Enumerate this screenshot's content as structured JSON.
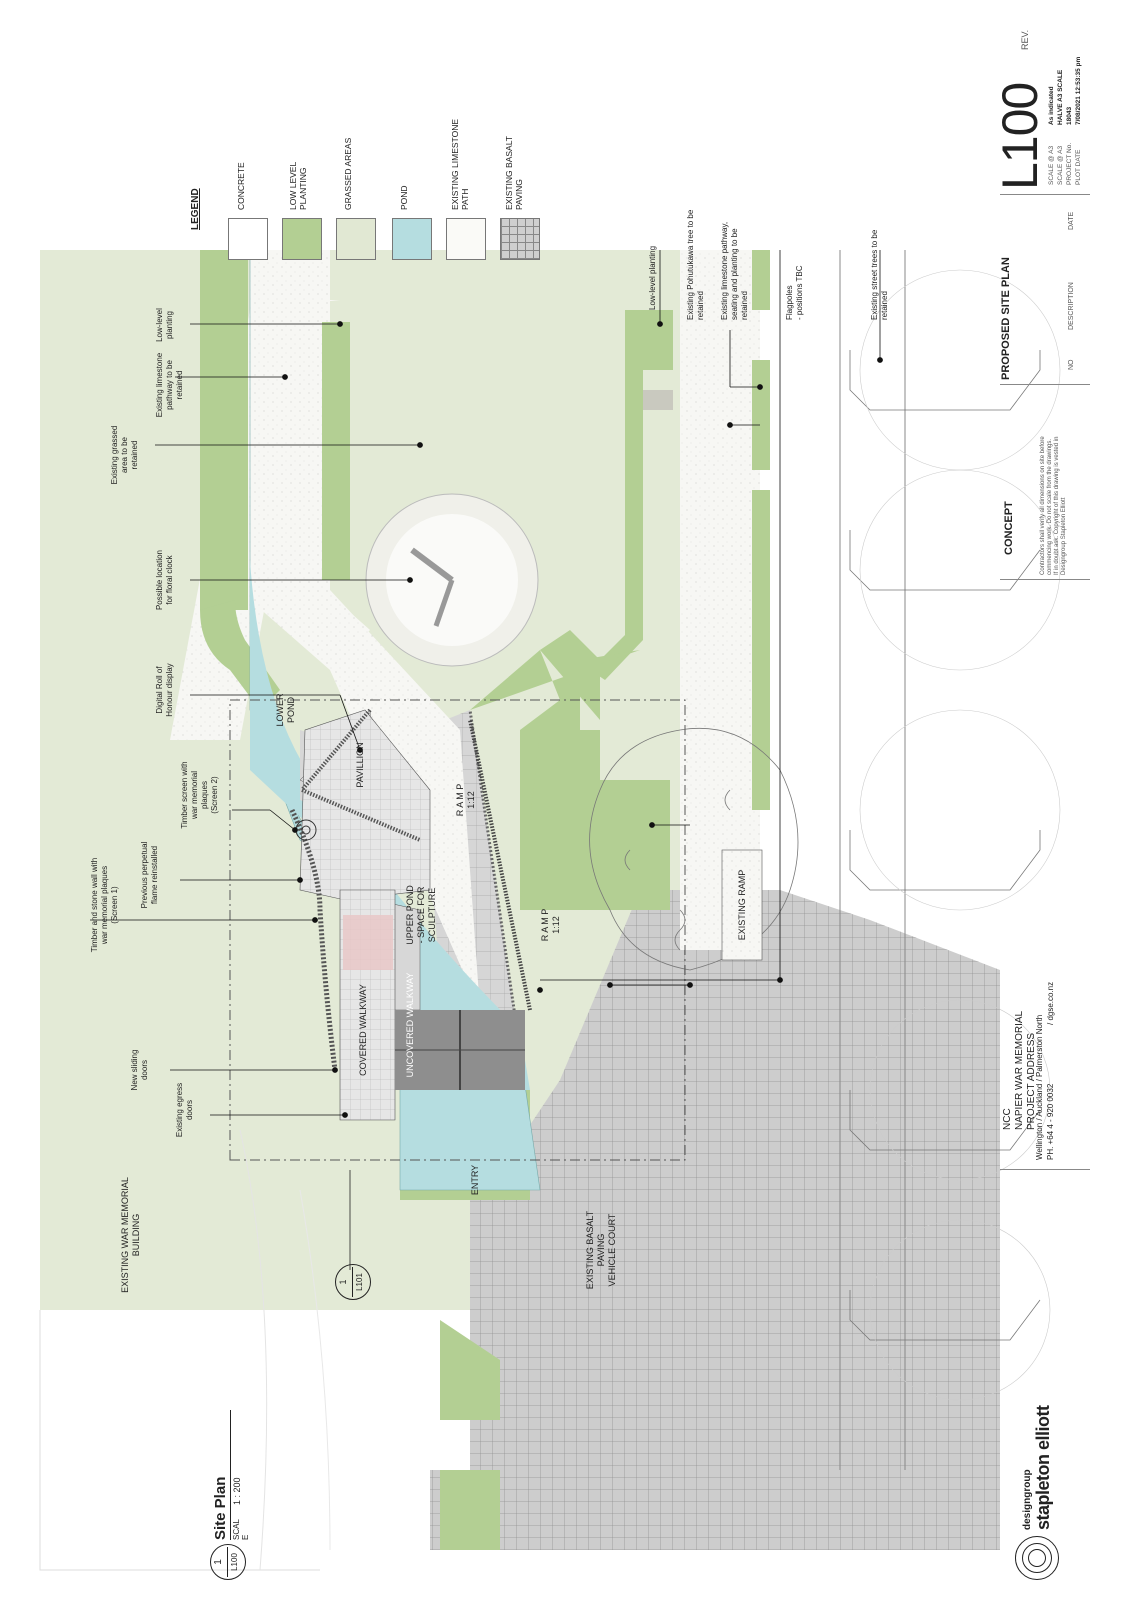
{
  "title_block": {
    "drawing_number": "L100",
    "rev_label": "REV.",
    "drawing_title": "PROPOSED SITE PLAN",
    "status": "CONCEPT",
    "client": "NCC",
    "project_name": "NAPIER WAR MEMORIAL",
    "project_address": "PROJECT ADDRESS",
    "scale_a3_label": "SCALE @ A3",
    "scale_a3_value": "As indicated",
    "scale_a4_label": "SCALE @ A3",
    "scale_a4_value": "HALVE A3 SCALE",
    "project_no_label": "PROJECT No.",
    "project_no_value": "18043",
    "plot_date_label": "PLOT DATE",
    "plot_date_value": "7/08/2021 12:53:35 pm",
    "disclaimer": "Contractors shall verify all dimensions on site before\ncommencing work. Do not scale from the drawings.\nIf in doubt ask. Copyright of this drawing is vested in\nDesigngroup Stapleton Elliott",
    "rev_col_no": "NO",
    "rev_col_desc": "DESCRIPTION",
    "rev_col_date": "DATE",
    "firm_line1": "designgroup",
    "firm_line2": "stapleton elliott",
    "offices": "Wellington  /  Auckland  /  Palmerston North",
    "phone": "PH.  +64  4  -  920 0032",
    "web": "/    dgse.co.nz"
  },
  "view_title": {
    "number": "1",
    "sheet": "L100",
    "name": "Site Plan",
    "scale_label": "SCAL\nE",
    "scale_value": "1 : 200"
  },
  "section_marker": {
    "number": "1",
    "sheet": "L101"
  },
  "legend": {
    "heading": "LEGEND",
    "items": [
      {
        "label": "CONCRETE",
        "color": "#ffffff",
        "pattern": "speckle"
      },
      {
        "label": "LOW LEVEL\nPLANTING",
        "color": "#b3cf93",
        "pattern": "solid"
      },
      {
        "label": "GRASSED AREAS",
        "color": "#e1e8d3",
        "pattern": "solid"
      },
      {
        "label": "POND",
        "color": "#b5dde0",
        "pattern": "solid"
      },
      {
        "label": "EXISTING LIMESTONE\nPATH",
        "color": "#fafaf7",
        "pattern": "speckle"
      },
      {
        "label": "EXISTING BASALT\nPAVING",
        "color": "#cfcfcf",
        "pattern": "grid"
      }
    ]
  },
  "annotations": {
    "low_level_planting_top": "Low-level planting",
    "pohutukawa": "Existing Pohutukawa tree to be\nretained",
    "limestone_right": "Existing limestone pathway,\nseating and planting to be\nretained",
    "flagpoles": "Flagpoles\n- positions TBC",
    "street_trees": "Existing street trees to be\nretained",
    "low_level_planting_left": "Low-level\nplanting",
    "limestone_left": "Existing limestone\npathway to be\nretained",
    "grassed_area": "Existing grassed\narea to be\nretained",
    "floral_clock": "Possible location\nfor floral clock",
    "roll_of_honour": "Digital Roll of\nHonour display",
    "timber_screen": "Timber screen with\nwar memorial\nplaques\n(Screen 2)",
    "perpetual_flame": "Previous perpetual\nflame reinstalled",
    "stone_wall": "Timber and stone wall with\nwar memorial plaques\n(Screen 1)",
    "sliding_doors": "New sliding\ndoors",
    "egress_doors": "Existing egress\ndoors"
  },
  "plan_labels": {
    "lower_pond": "LOWER\nPOND",
    "pavillion": "PAVILLION",
    "upper_pond": "UPPER POND\n- SPACE FOR\nSCULPTURE",
    "covered_walkway": "COVERED WALKWAY",
    "uncovered_walkway": "UNCOVERED WALKWAY",
    "ramp1": "R A M P\n1:12",
    "ramp2": "R A M P\n1:12",
    "existing_ramp": "EXISTING RAMP",
    "basalt_court": "EXISTING BASALT\nPAVING\nVEHICLE COURT",
    "entry": "ENTRY",
    "memorial_building": "EXISTING WAR MEMORIAL\nBUILDING"
  }
}
